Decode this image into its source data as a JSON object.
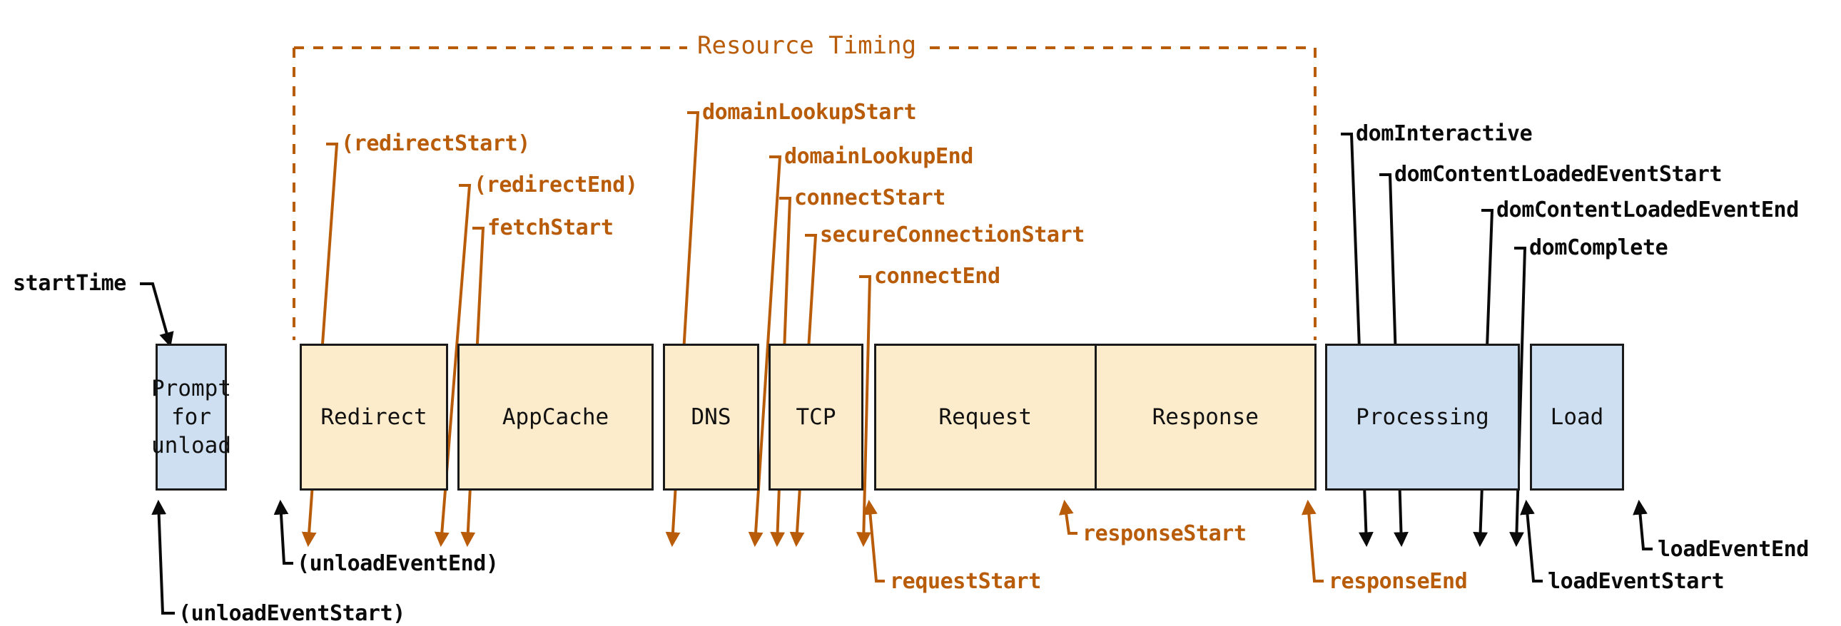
{
  "diagram": {
    "title_label": "Resource Timing",
    "colors": {
      "accent_orange": "#b95c0a",
      "network_fill": "#fceccb",
      "document_fill": "#cddff1",
      "stroke": "#1a1a1a"
    }
  },
  "phases": [
    {
      "id": "prompt-for-unload",
      "label": "Prompt\nfor\nunload",
      "fill": "document"
    },
    {
      "id": "redirect",
      "label": "Redirect",
      "fill": "network"
    },
    {
      "id": "appcache",
      "label": "AppCache",
      "fill": "network"
    },
    {
      "id": "dns",
      "label": "DNS",
      "fill": "network"
    },
    {
      "id": "tcp",
      "label": "TCP",
      "fill": "network"
    },
    {
      "id": "request",
      "label": "Request",
      "fill": "network"
    },
    {
      "id": "response",
      "label": "Response",
      "fill": "network"
    },
    {
      "id": "processing",
      "label": "Processing",
      "fill": "document"
    },
    {
      "id": "load",
      "label": "Load",
      "fill": "document"
    }
  ],
  "top_annotations": [
    {
      "id": "start-time",
      "label": "startTime",
      "color": "black"
    },
    {
      "id": "redirect-start",
      "label": "(redirectStart)",
      "color": "orange"
    },
    {
      "id": "redirect-end",
      "label": "(redirectEnd)",
      "color": "orange"
    },
    {
      "id": "fetch-start",
      "label": "fetchStart",
      "color": "orange"
    },
    {
      "id": "domain-lookup-start",
      "label": "domainLookupStart",
      "color": "orange"
    },
    {
      "id": "domain-lookup-end",
      "label": "domainLookupEnd",
      "color": "orange"
    },
    {
      "id": "connect-start",
      "label": "connectStart",
      "color": "orange"
    },
    {
      "id": "secure-connection-start",
      "label": "secureConnectionStart",
      "color": "orange"
    },
    {
      "id": "connect-end",
      "label": "connectEnd",
      "color": "orange"
    },
    {
      "id": "dom-interactive",
      "label": "domInteractive",
      "color": "black"
    },
    {
      "id": "dom-content-loaded-event-start",
      "label": "domContentLoadedEventStart",
      "color": "black"
    },
    {
      "id": "dom-content-loaded-event-end",
      "label": "domContentLoadedEventEnd",
      "color": "black"
    },
    {
      "id": "dom-complete",
      "label": "domComplete",
      "color": "black"
    }
  ],
  "bottom_annotations": [
    {
      "id": "unload-event-start",
      "label": "(unloadEventStart)",
      "color": "black"
    },
    {
      "id": "unload-event-end",
      "label": "(unloadEventEnd)",
      "color": "black"
    },
    {
      "id": "request-start",
      "label": "requestStart",
      "color": "orange"
    },
    {
      "id": "response-start",
      "label": "responseStart",
      "color": "orange"
    },
    {
      "id": "response-end",
      "label": "responseEnd",
      "color": "orange"
    },
    {
      "id": "load-event-start",
      "label": "loadEventStart",
      "color": "black"
    },
    {
      "id": "load-event-end",
      "label": "loadEventEnd",
      "color": "black"
    }
  ]
}
